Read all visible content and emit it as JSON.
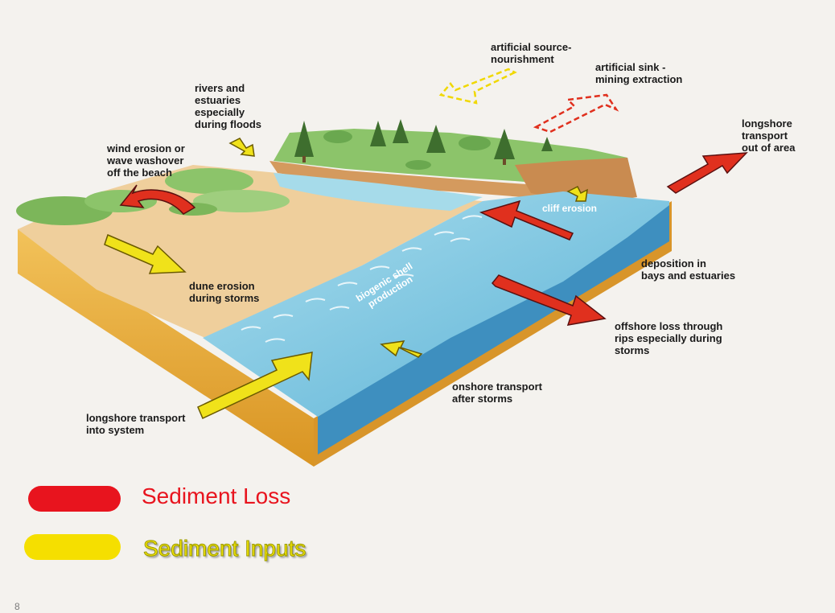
{
  "labels": {
    "rivers": "rivers and\nestuaries\nespecially\nduring floods",
    "wind": "wind erosion or\nwave washover\noff the beach",
    "art_source": "artificial source-\nnourishment",
    "art_sink": "artificial sink -\nmining extraction",
    "longshore_out": "longshore\ntransport\nout of area",
    "cliff": "cliff erosion",
    "deposition": "deposition in\nbays and estuaries",
    "dune": "dune erosion\nduring storms",
    "biogenic": "biogenic shell\nproduction",
    "offshore": "offshore loss through\nrips especially during\nstorms",
    "onshore": "onshore transport\nafter storms",
    "longshore_in": "longshore transport\ninto system"
  },
  "legend": {
    "loss": {
      "label": "Sediment Loss",
      "color": "#e8141e"
    },
    "inputs": {
      "label": "Sediment Inputs",
      "color": "#f5df00"
    }
  },
  "page_number": "8",
  "colors": {
    "loss_arrow": "#e0301e",
    "input_arrow": "#f0e21a",
    "water": "#79c6e2",
    "sand": "#efcf9c",
    "soil": "#e9ac3e",
    "grass": "#8cc46a"
  }
}
